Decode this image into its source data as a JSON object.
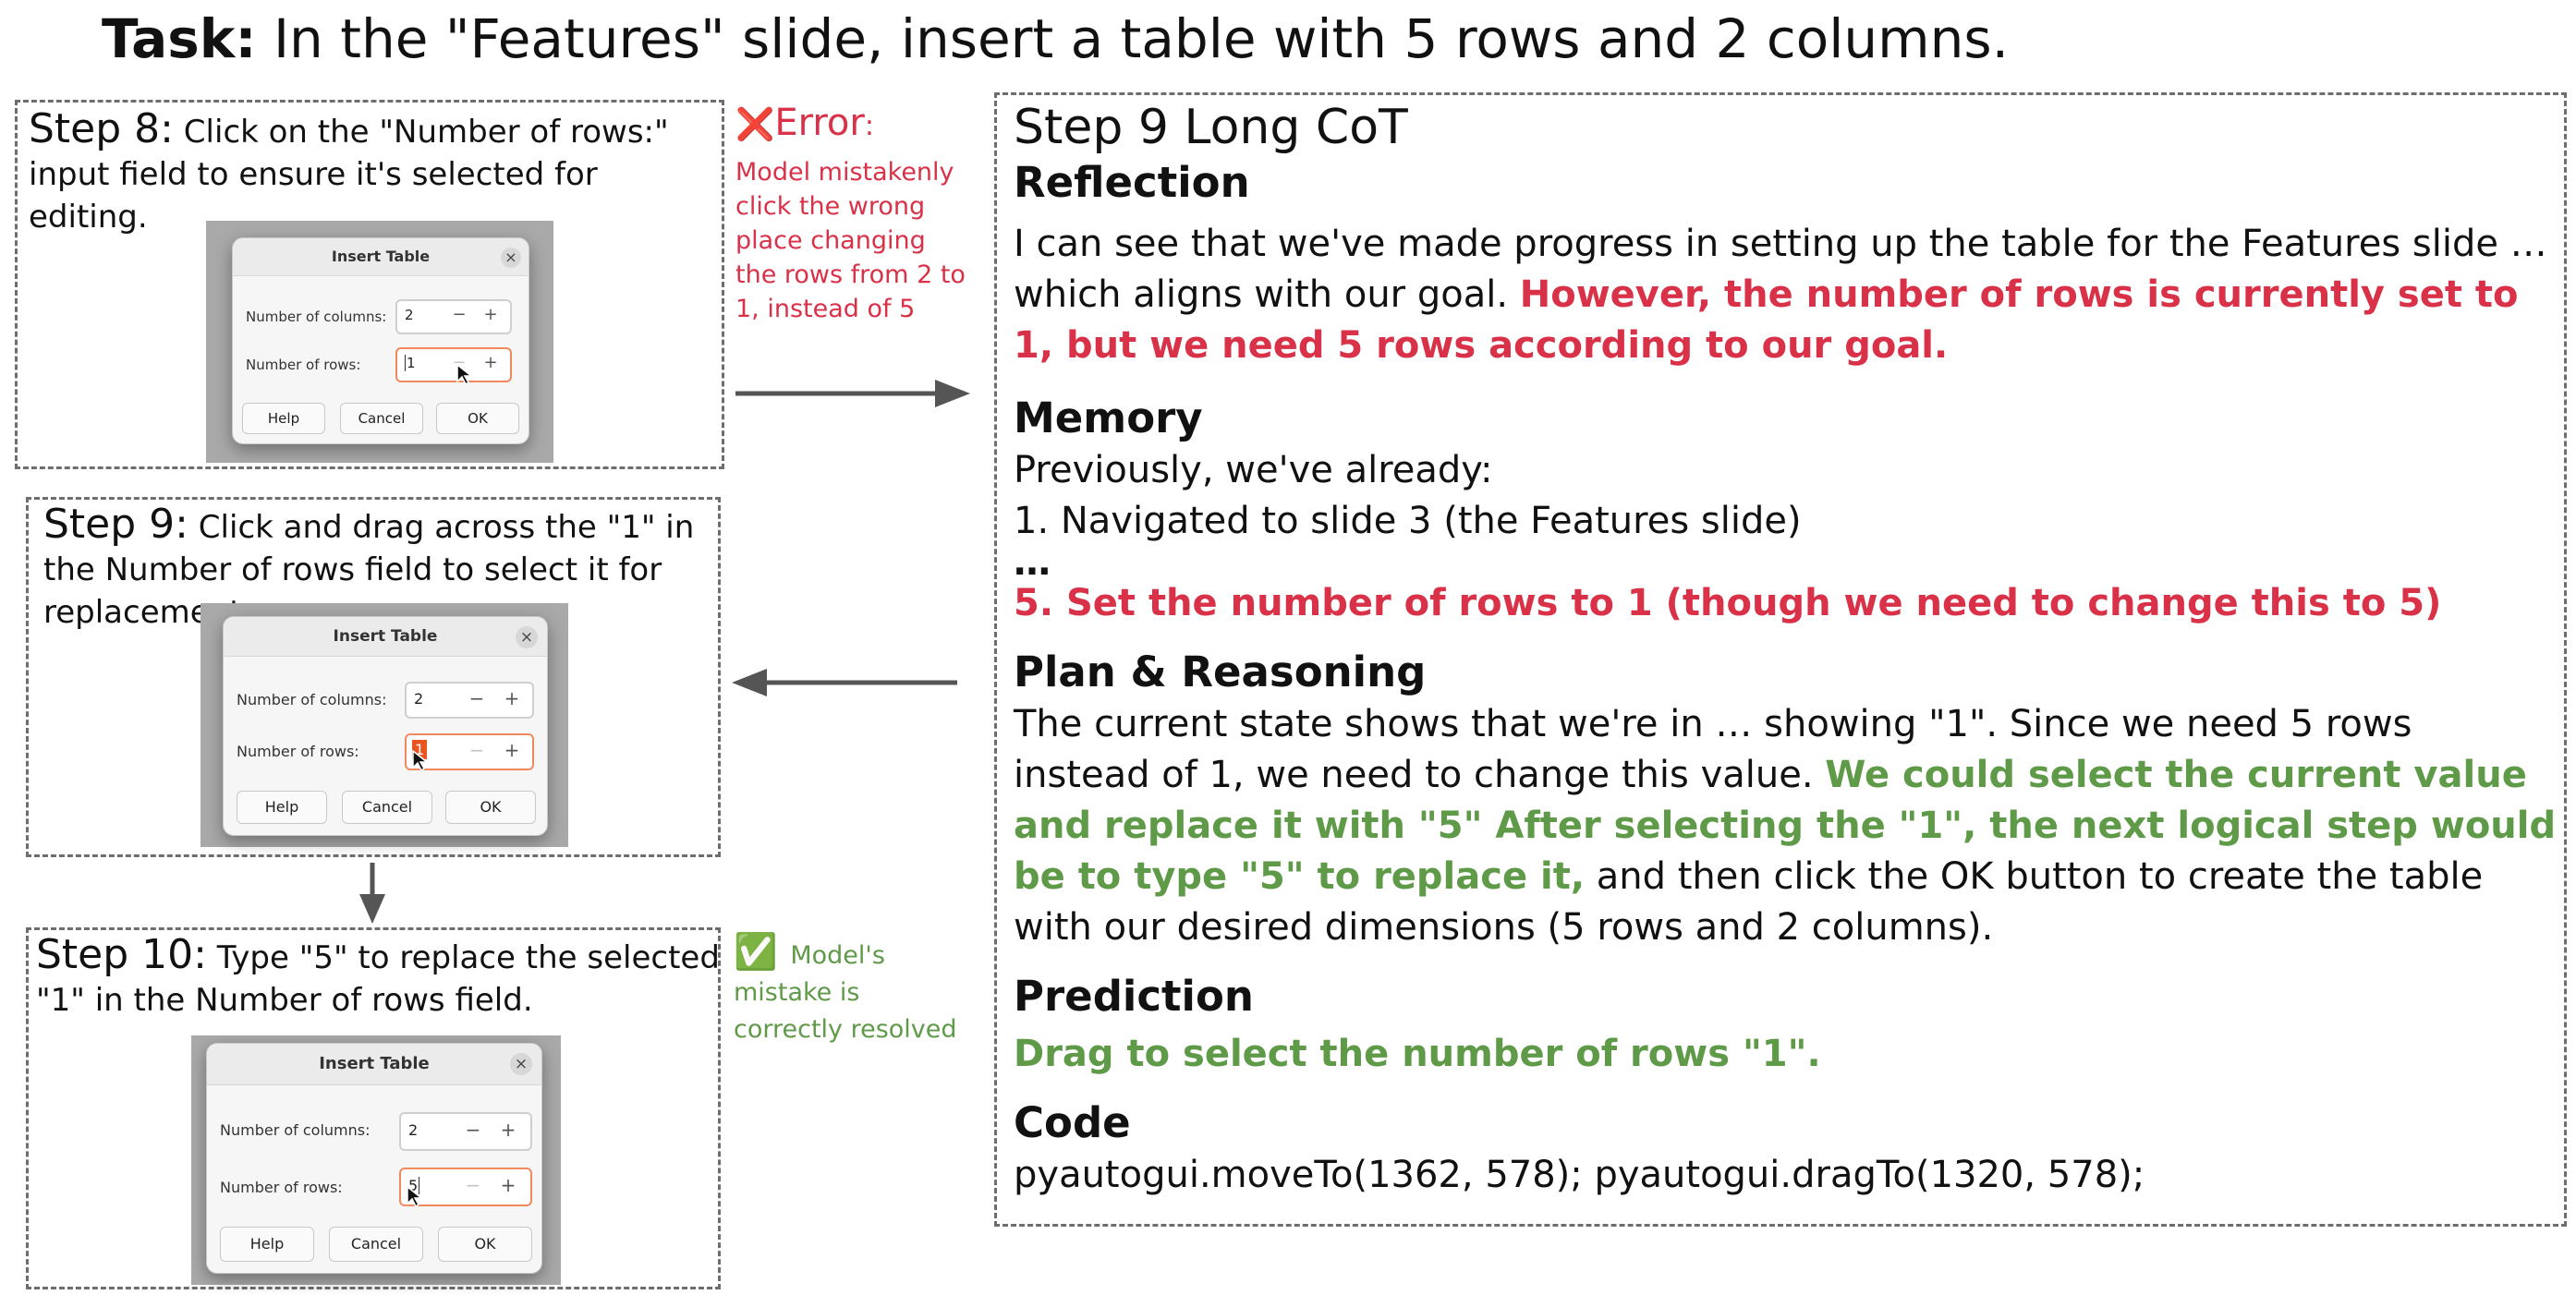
{
  "task": {
    "prefix": "Task:",
    "text": " In the \"Features\" slide, insert a table with 5 rows and 2 columns."
  },
  "steps": [
    {
      "label": "Step 8:",
      "text": " Click on the \"Number of rows:\" input field to ensure it's selected for editing.",
      "dialog": {
        "title": "Insert Table",
        "columns_label": "Number of columns:",
        "columns_value": "2",
        "rows_label": "Number of rows:",
        "rows_value": "1",
        "help": "Help",
        "cancel": "Cancel",
        "ok": "OK",
        "minus": "−",
        "plus": "+",
        "close": "×"
      }
    },
    {
      "label": "Step 9:",
      "text": " Click and drag across the \"1\" in the Number of rows field to select it for replacement.",
      "dialog": {
        "title": "Insert Table",
        "columns_label": "Number of columns:",
        "columns_value": "2",
        "rows_label": "Number of rows:",
        "rows_value": "1",
        "help": "Help",
        "cancel": "Cancel",
        "ok": "OK",
        "minus": "−",
        "plus": "+",
        "close": "×"
      }
    },
    {
      "label": "Step 10:",
      "text": " Type \"5\" to replace the selected \"1\" in the Number of rows field.",
      "dialog": {
        "title": "Insert Table",
        "columns_label": "Number of columns:",
        "columns_value": "2",
        "rows_label": "Number of rows:",
        "rows_value": "5",
        "help": "Help",
        "cancel": "Cancel",
        "ok": "OK",
        "minus": "−",
        "plus": "+",
        "close": "×"
      }
    }
  ],
  "error": {
    "icon": "❌",
    "title": "Error",
    "colon": ":",
    "body": "Model mistakenly click the wrong place changing the rows from 2 to 1, instead of 5"
  },
  "resolved": {
    "icon": "✅",
    "body": "Model's mistake is correctly resolved"
  },
  "cot": {
    "title": "Step 9 Long CoT",
    "reflection": {
      "heading": "Reflection",
      "text": "I can see that we've made progress in setting up the table for the Features slide … which aligns with our goal. ",
      "highlight": "However, the number of rows is currently set to 1, but we need 5 rows according to our goal."
    },
    "memory": {
      "heading": "Memory",
      "intro": "Previously, we've already:",
      "item1": "1. Navigated to slide 3 (the Features slide)",
      "ellipsis": "…",
      "item5": "5. Set the number of rows to 1 (though we need to change this to 5)"
    },
    "plan": {
      "heading": "Plan & Reasoning",
      "text1": "The current state shows that we're in … showing \"1\". Since we need 5 rows instead of 1, we need to change this value. ",
      "highlight": "We could select the current value and replace it with \"5\" After selecting the \"1\", the next logical step would be to type \"5\" to replace it,",
      "text2": " and then click the OK button to create the table with our desired dimensions (5 rows and 2 columns)."
    },
    "prediction": {
      "heading": "Prediction",
      "text": "Drag to select the number of rows \"1\"."
    },
    "code": {
      "heading": "Code",
      "text": "pyautogui.moveTo(1362, 578); pyautogui.dragTo(1320, 578);"
    }
  },
  "colors": {
    "error": "#d83148",
    "success": "#5f9a48",
    "arrow": "#555555",
    "dash": "#6e6e6e"
  }
}
